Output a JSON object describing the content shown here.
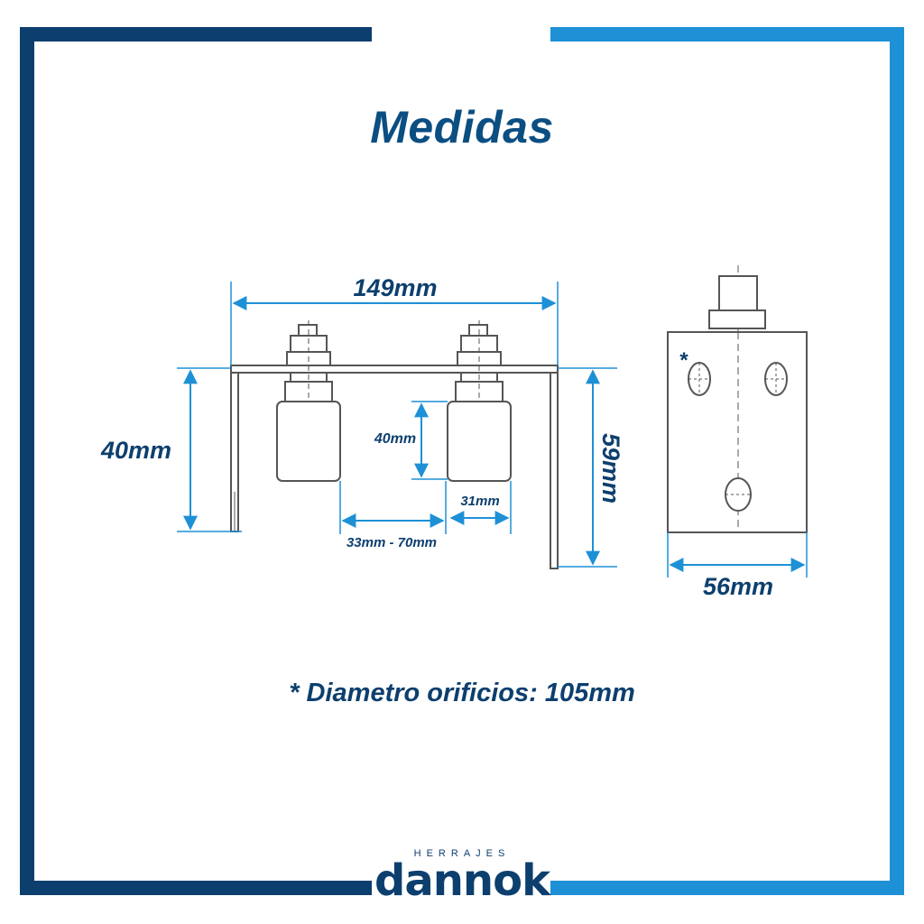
{
  "title": "Medidas",
  "dimensions": {
    "overall_width": "149mm",
    "left_height": "40mm",
    "wheel_height": "40mm",
    "total_height": "59mm",
    "wheel_width": "31mm",
    "wheel_gap": "33mm - 70mm",
    "side_width": "56mm"
  },
  "side_marker": "*",
  "note": "* Diametro orificios: 105mm",
  "logo": {
    "small": "HERRAJES",
    "main": "dannok"
  },
  "colors": {
    "dark_blue": "#0d3f6e",
    "light_blue": "#1e90d6",
    "line_gray": "#555555"
  }
}
